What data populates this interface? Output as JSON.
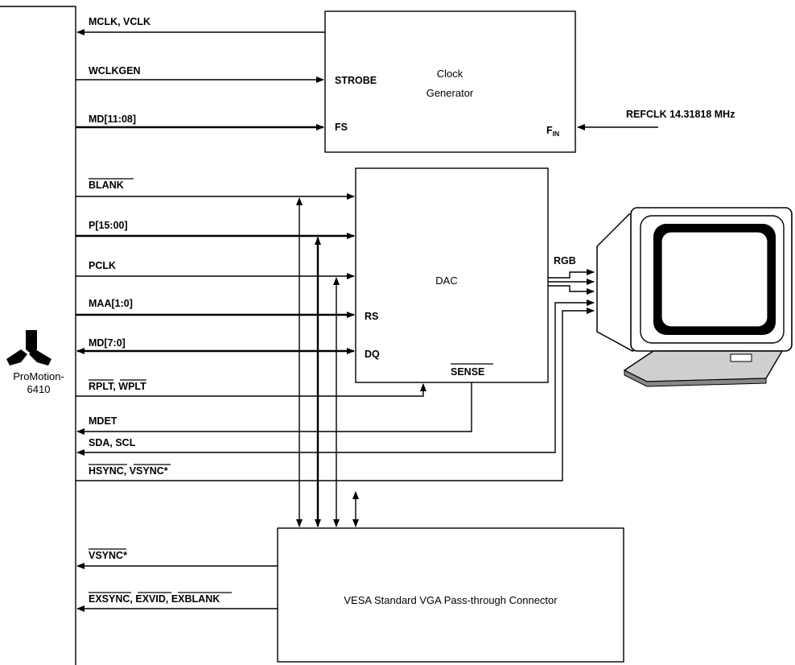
{
  "chip": {
    "name_line1": "ProMotion-",
    "name_line2": "6410"
  },
  "blocks": {
    "clock_generator": {
      "title_line1": "Clock",
      "title_line2": "Generator",
      "pin_strobe": "STROBE",
      "pin_fs": "FS",
      "pin_fin": "F",
      "pin_fin_sub": "IN"
    },
    "dac": {
      "title": "DAC",
      "pin_rs": "RS",
      "pin_dq": "DQ",
      "pin_sense": "SENSE",
      "output": "RGB"
    },
    "vga_connector": {
      "title": "VESA Standard VGA Pass-through Connector"
    }
  },
  "external": {
    "refclk": "REFCLK 14.31818 MHz"
  },
  "signals": {
    "mclk_vclk": "MCLK, VCLK",
    "wclkgen": "WCLKGEN",
    "md_11_08": "MD[11:08]",
    "blank": "BLANK",
    "p_15_00": "P[15:00]",
    "pclk": "PCLK",
    "maa_1_0": "MAA[1:0]",
    "md_7_0": "MD[7:0]",
    "rplt": "RPLT",
    "rplt_sep": ", ",
    "wplt": "WPLT",
    "mdet": "MDET",
    "sda_scl": "SDA, SCL",
    "hsync": "HSYNC",
    "hsync_sep": ", ",
    "vsync": "VSYNC",
    "star": "*",
    "vsync2": "VSYNC",
    "exsync": "EXSYNC",
    "exvid": "EXVID",
    "exblank": "EXBLANK",
    "comma": ", "
  },
  "icons": [
    "promotion-logo-icon",
    "crt-monitor-icon"
  ]
}
